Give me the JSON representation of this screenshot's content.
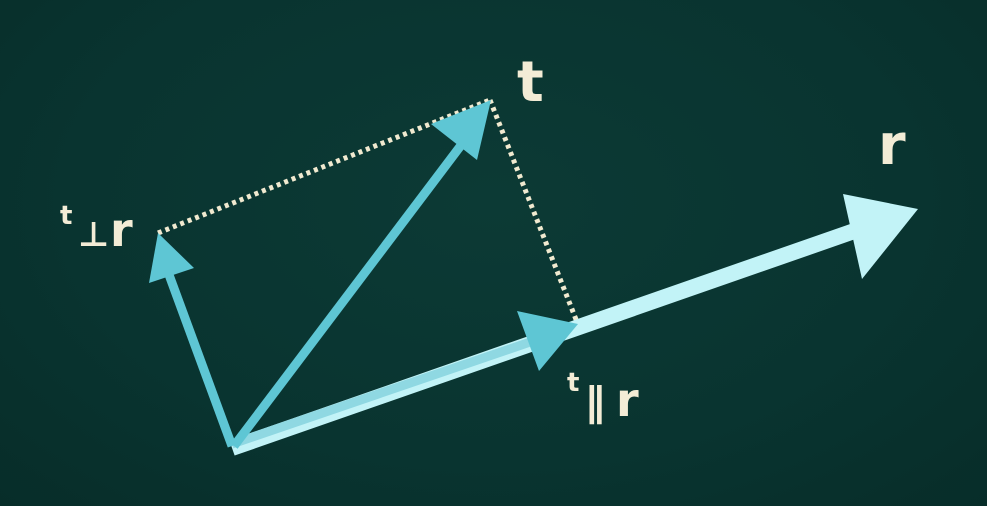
{
  "labels": {
    "t": "t",
    "r": "r",
    "t_perp_r": {
      "sub": "t",
      "symbol": "⊥",
      "main": "r"
    },
    "t_par_r": {
      "sub": "t",
      "symbol": "∥",
      "main": "r"
    }
  },
  "colors": {
    "background": "#093430",
    "vector_t": "#5ec6d4",
    "vector_r": "#c2f3f7",
    "projection": "#8fd8e2",
    "guide_lines": "#f1ead0",
    "label_text": "#f3ecd6"
  }
}
